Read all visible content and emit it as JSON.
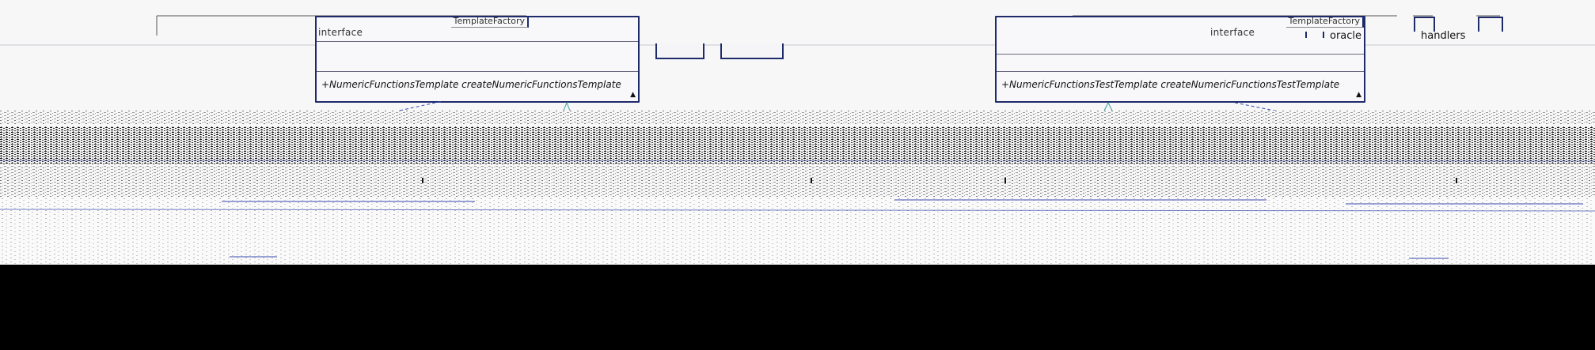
{
  "left_class": {
    "stereotype": "interface",
    "name": "TemplateFactory",
    "method": "+NumericFunctionsTemplate createNumericFunctionsTemplate"
  },
  "right_class": {
    "stereotype": "interface",
    "name": "TemplateFactory",
    "method": "+NumericFunctionsTestTemplate createNumericFunctionsTestTemplate"
  },
  "package_labels": {
    "oracle": "oracle",
    "handlers": "handlers"
  },
  "colors": {
    "border": "#1f2a6b",
    "background": "#f7f7f8",
    "noise_dark": "#1a1a1a",
    "connector": "#3a4bb0",
    "footer": "#000000"
  }
}
